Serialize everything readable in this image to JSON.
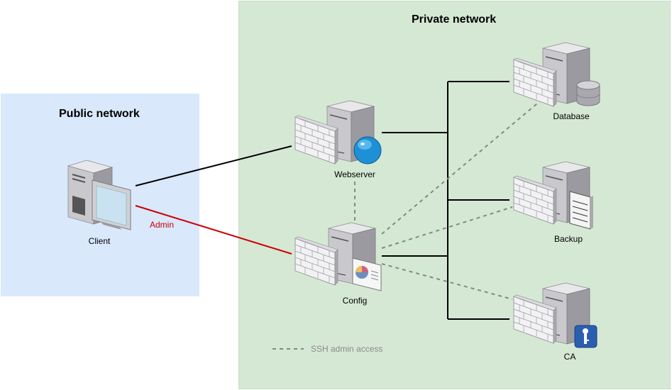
{
  "zones": {
    "public": {
      "title": "Public network",
      "fill": "#dae8fc"
    },
    "private": {
      "title": "Private network",
      "fill": "#d5e8d4"
    }
  },
  "nodes": {
    "client": {
      "label": "Client",
      "icon": "client-computer-icon"
    },
    "webserver": {
      "label": "Webserver",
      "icon": "webserver-icon"
    },
    "config": {
      "label": "Config",
      "icon": "config-server-icon"
    },
    "database": {
      "label": "Database",
      "icon": "database-server-icon"
    },
    "backup": {
      "label": "Backup",
      "icon": "backup-server-icon"
    },
    "ca": {
      "label": "CA",
      "icon": "ca-server-icon"
    }
  },
  "edges": {
    "admin": {
      "label": "Admin",
      "color": "#cc0000"
    },
    "main_color": "#000000",
    "ssh_color": "#7f8c7f"
  },
  "legend": {
    "ssh": "SSH admin access"
  }
}
